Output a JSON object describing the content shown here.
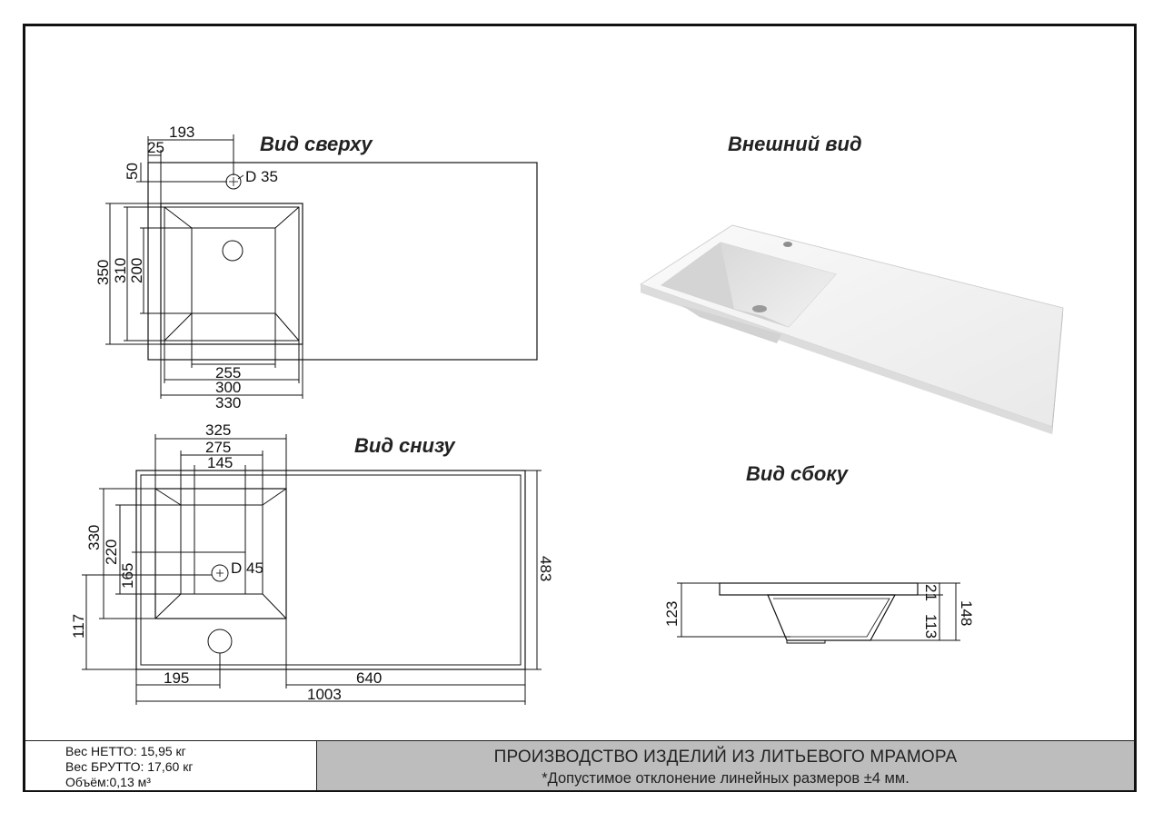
{
  "views": {
    "top": "Вид сверху",
    "exterior": "Внешний вид",
    "bottom": "Вид снизу",
    "side": "Вид сбоку"
  },
  "top_dims": {
    "d193": "193",
    "d25": "25",
    "d50": "50",
    "hole": "D 35",
    "d350": "350",
    "d310": "310",
    "d200": "200",
    "d255": "255",
    "d300": "300",
    "d330": "330"
  },
  "bottom_dims": {
    "d325": "325",
    "d275": "275",
    "d145": "145",
    "d330": "330",
    "d220": "220",
    "d165": "165",
    "d117": "117",
    "drain": "D 45",
    "d483": "483",
    "d195": "195",
    "d640": "640",
    "d1003": "1003"
  },
  "side_dims": {
    "d123": "123",
    "d21": "21",
    "d113": "113",
    "d148": "148"
  },
  "footer": {
    "net": "Вес НЕТТО: 15,95 кг",
    "gross": "Вес БРУТТО: 17,60 кг",
    "volume": "Объём:0,13 м³",
    "heading": "ПРОИЗВОДСТВО ИЗДЕЛИЙ ИЗ ЛИТЬЕВОГО МРАМОРА",
    "note": "*Допустимое отклонение линейных размеров ±4 мм."
  }
}
